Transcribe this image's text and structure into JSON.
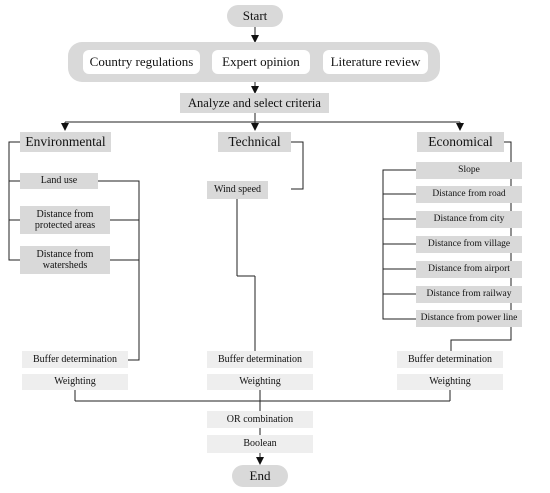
{
  "start": "Start",
  "end": "End",
  "sources": [
    "Country regulations",
    "Expert opinion",
    "Literature review"
  ],
  "analyze": "Analyze and select criteria",
  "environmental": {
    "title": "Environmental",
    "criteria": [
      "Land use",
      "Distance from protected areas",
      "Distance from watersheds"
    ],
    "buffer": "Buffer determination",
    "weighting": "Weighting"
  },
  "technical": {
    "title": "Technical",
    "criteria": [
      "Wind speed"
    ],
    "buffer": "Buffer determination",
    "weighting": "Weighting"
  },
  "economical": {
    "title": "Economical",
    "criteria": [
      "Slope",
      "Distance from road",
      "Distance from city",
      "Distance from village",
      "Distance from airport",
      "Distance from railway",
      "Distance from power line"
    ],
    "buffer": "Buffer determination",
    "weighting": "Weighting"
  },
  "or_combination": "OR combination",
  "boolean": "Boolean"
}
